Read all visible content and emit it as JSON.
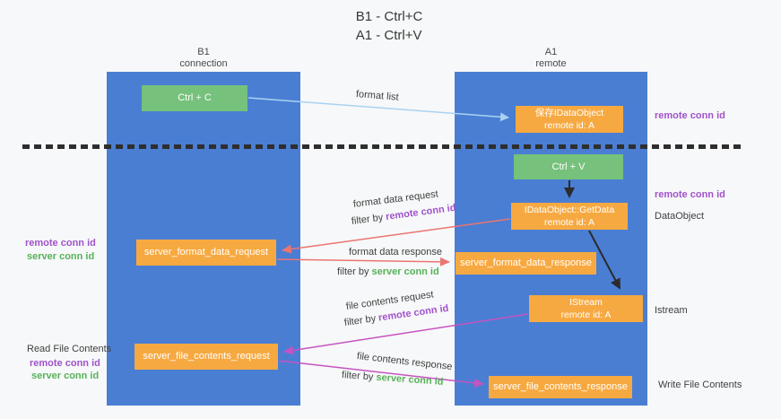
{
  "title": {
    "line1": "B1 - Ctrl+C",
    "line2": "A1 - Ctrl+V"
  },
  "lanes": {
    "left": {
      "name": "B1",
      "role": "connection"
    },
    "right": {
      "name": "A1",
      "role": "remote"
    }
  },
  "nodes": {
    "ctrl_c": {
      "label": "Ctrl + C"
    },
    "ctrl_v": {
      "label": "Ctrl + V"
    },
    "save_dataobject": {
      "line1": "保存IDataObject",
      "line2": "remote id: A"
    },
    "getdata": {
      "line1": "IDataObject::GetData",
      "line2": "remote id: A"
    },
    "istream": {
      "line1": "IStream",
      "line2": "remote id: A"
    },
    "format_request": {
      "label": "server_format_data_request"
    },
    "format_response": {
      "label": "server_format_data_response"
    },
    "file_request": {
      "label": "server_file_contents_request"
    },
    "file_response": {
      "label": "server_file_contents_response"
    }
  },
  "edge_labels": {
    "format_list": "format list",
    "format_data_request": "format data request",
    "format_data_request_filter_prefix": "filter by ",
    "format_data_request_filter_key": "remote conn id",
    "format_data_response": "format data response",
    "format_data_response_filter_prefix": "filter by ",
    "format_data_response_filter_key": "server conn id",
    "file_contents_request": "file contents request",
    "file_contents_request_filter_prefix": "filter by ",
    "file_contents_request_filter_key": "remote conn id",
    "file_contents_response": "file contents response",
    "file_contents_response_filter_prefix": "filter by ",
    "file_contents_response_filter_key": "server conn id"
  },
  "annotations": {
    "right_top_remote_conn_id": "remote conn id",
    "right_mid_remote_conn_id": "remote conn id",
    "right_dataobject": "DataObject",
    "right_istream": "Istream",
    "right_write_file_contents": "Write File Contents",
    "left_mid_remote_conn_id": "remote conn id",
    "left_mid_server_conn_id": "server conn id",
    "left_read_file_contents": "Read File Contents",
    "left_bottom_remote_conn_id": "remote conn id",
    "left_bottom_server_conn_id": "server conn id"
  },
  "colors": {
    "background": "#f7f8f9",
    "lane_blue": "#4a7ed3",
    "node_green": "#76c17b",
    "node_orange": "#f7a941",
    "arrow_lightblue": "#a9d3f2",
    "arrow_red": "#ec7471",
    "arrow_magenta": "#c553c1",
    "arrow_black": "#2b2b2b",
    "text_purple": "#a052cc",
    "text_green": "#56b259",
    "text_dark": "#3f3f3f"
  }
}
